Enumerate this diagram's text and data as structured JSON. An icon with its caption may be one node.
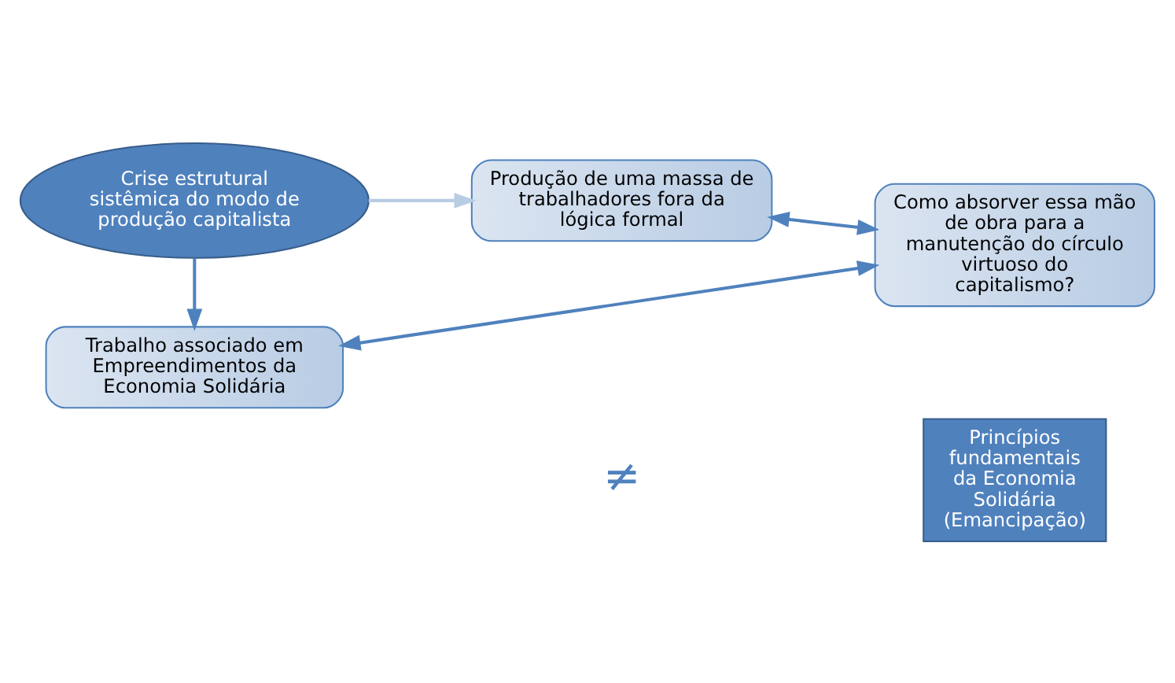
{
  "diagram": {
    "nodes": [
      {
        "text": [
          "Crise estrutural sistêmica do modo de produção capitalista"
        ]
      },
      {
        "text": [
          "Produção de uma massa de trabalhadores fora da lógica formal"
        ]
      },
      {
        "text": [
          "Como absorver essa mão de obra para a manutenção do círculo virtuoso do capitalismo?"
        ]
      },
      {
        "text": [
          "Princípios fundamentais da Economia Solidária (Emancipação)"
        ]
      },
      {
        "text": [
          "Trabalho associado em Empreendimentos da Economia Solidária"
        ]
      }
    ],
    "edges": [
      {
        "from": 0,
        "to": 1,
        "arrow": "to",
        "color": "#b8cce4"
      },
      {
        "from": 1,
        "to": 2,
        "arrow": "both"
      },
      {
        "from": 4,
        "to": 2,
        "arrow": "both"
      },
      {
        "from": 0,
        "to": 4,
        "arrow": "to"
      }
    ],
    "labels": [
      "≠"
    ]
  }
}
